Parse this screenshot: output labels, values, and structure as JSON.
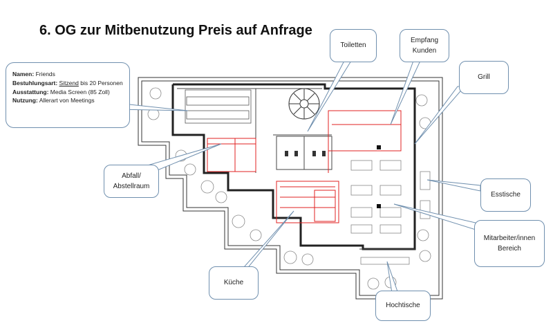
{
  "title": "6. OG zur Mitbenutzung Preis auf Anfrage",
  "info_box": {
    "name_label": "Namen:",
    "name_value": "Friends",
    "seating_label": "Bestuhlungsart:",
    "seating_style": "Sitzend",
    "seating_rest": "bis 20 Personen",
    "equipment_label": "Ausstattung:",
    "equipment_value": "Media Screen (85 Zoll)",
    "usage_label": "Nutzung:",
    "usage_value": "Allerart von Meetings"
  },
  "callouts": {
    "toiletten": "Toiletten",
    "empfang_line1": "Empfang",
    "empfang_line2": "Kunden",
    "grill": "Grill",
    "abfall_line1": "Abfall/",
    "abfall_line2": "Abstellraum",
    "esstische": "Esstische",
    "mitarbeiter_line1": "Mitarbeiter/innen",
    "mitarbeiter_line2": "Bereich",
    "kueche": "Küche",
    "hochtische": "Hochtische"
  },
  "colors": {
    "callout_border": "#6f8fae",
    "wall": "#222222",
    "highlight": "#e02020",
    "plant": "#888888"
  }
}
